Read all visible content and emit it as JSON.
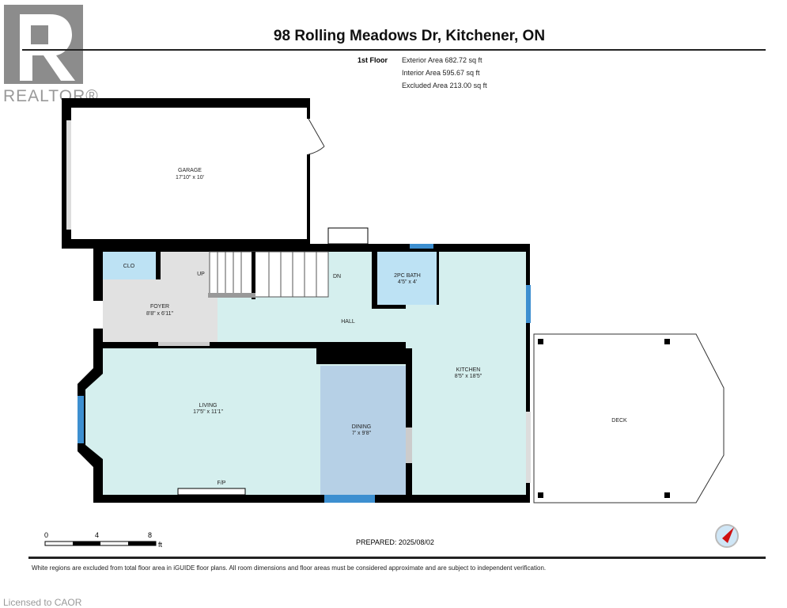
{
  "header": {
    "title": "98 Rolling Meadows Dr, Kitchener, ON",
    "floor": "1st Floor",
    "exterior_area": "Exterior Area 682.72 sq ft",
    "interior_area": "Interior Area 595.67 sq ft",
    "excluded_area": "Excluded Area 213.00 sq ft"
  },
  "logo": {
    "text": "REALTOR®"
  },
  "rooms": {
    "garage": {
      "name": "GARAGE",
      "dims": "17'10\" x 10'"
    },
    "clo": {
      "name": "CLO"
    },
    "foyer": {
      "name": "FOYER",
      "dims": "8'8\" x 6'11\""
    },
    "up": "UP",
    "dn": "DN",
    "bath": {
      "name": "2PC BATH",
      "dims": "4'5\" x 4'"
    },
    "hall": {
      "name": "HALL"
    },
    "kitchen": {
      "name": "KITCHEN",
      "dims": "8'5\" x 18'5\""
    },
    "living": {
      "name": "LIVING",
      "dims": "17'5\" x 11'1\""
    },
    "fp": "F/P",
    "dining": {
      "name": "DINING",
      "dims": "7' x 9'8\""
    },
    "deck": {
      "name": "DECK"
    }
  },
  "scale": {
    "t0": "0",
    "t1": "4",
    "t2": "8",
    "unit": "ft"
  },
  "footer": {
    "prepared": "PREPARED: 2025/08/02",
    "note": "White regions are excluded from total floor area in iGUIDE floor plans. All room dimensions and floor areas must be considered approximate and are subject to independent verification.",
    "license": "Licensed to CAOR"
  },
  "colors": {
    "light": "#d5efee",
    "gray": "#e1e1e1",
    "blue": "#bde2f4",
    "dining": "#b6d0e6",
    "window": "#3d8fd0"
  }
}
